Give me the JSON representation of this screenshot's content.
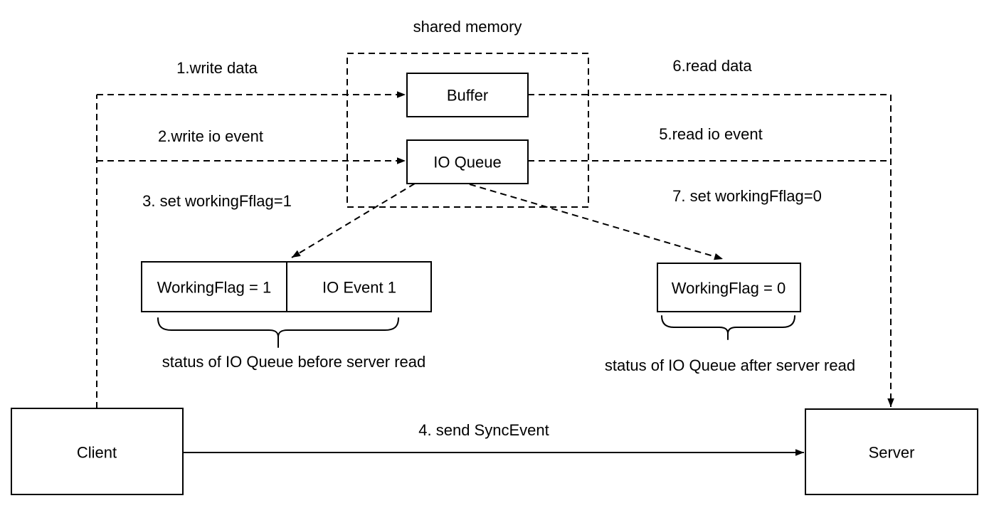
{
  "diagram": {
    "title": "shared memory",
    "nodes": {
      "buffer": "Buffer",
      "io_queue": "IO Queue",
      "working_flag_1": "WorkingFlag = 1",
      "io_event_1": "IO Event 1",
      "working_flag_0": "WorkingFlag = 0",
      "client": "Client",
      "server": "Server"
    },
    "edges": {
      "write_data": "1.write data",
      "write_io_event": "2.write io event",
      "set_flag_1": "3. set workingFflag=1",
      "send_sync_event": "4. send SyncEvent",
      "read_io_event": "5.read io event",
      "read_data": "6.read data",
      "set_flag_0": "7. set workingFflag=0"
    },
    "captions": {
      "before_read": "status of IO Queue before server read",
      "after_read": "status of IO Queue after server read"
    },
    "colors": {
      "stroke": "#000000",
      "background": "#ffffff"
    }
  }
}
